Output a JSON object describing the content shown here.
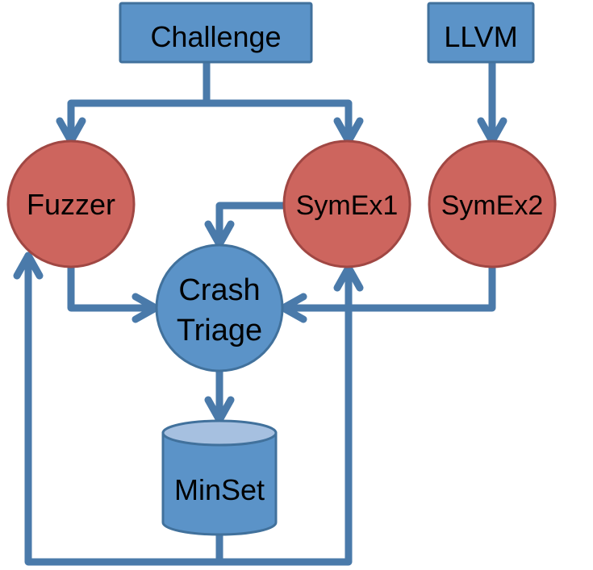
{
  "colors": {
    "box_fill": "#5B93C8",
    "box_stroke": "#41719C",
    "process_fill": "#CD655E",
    "process_stroke": "#A04743",
    "triage_fill": "#5B93C8",
    "triage_stroke": "#41719C",
    "db_top_fill": "#A6C0E0",
    "edge": "#4A7AAA",
    "text": "#000000"
  },
  "nodes": {
    "challenge": {
      "label": "Challenge",
      "shape": "rectangle"
    },
    "llvm": {
      "label": "LLVM",
      "shape": "rectangle"
    },
    "fuzzer": {
      "label": "Fuzzer",
      "shape": "circle"
    },
    "symex1": {
      "label": "SymEx1",
      "shape": "circle"
    },
    "symex2": {
      "label": "SymEx2",
      "shape": "circle"
    },
    "crash_triage": {
      "label_line1": "Crash",
      "label_line2": "Triage",
      "shape": "circle"
    },
    "minset": {
      "label": "MinSet",
      "shape": "cylinder"
    }
  },
  "edges": [
    {
      "from": "Challenge",
      "to": "Fuzzer"
    },
    {
      "from": "Challenge",
      "to": "SymEx1"
    },
    {
      "from": "LLVM",
      "to": "SymEx2"
    },
    {
      "from": "Fuzzer",
      "to": "Crash Triage"
    },
    {
      "from": "SymEx1",
      "to": "Crash Triage"
    },
    {
      "from": "SymEx2",
      "to": "Crash Triage"
    },
    {
      "from": "Crash Triage",
      "to": "MinSet"
    },
    {
      "from": "MinSet",
      "to": "Fuzzer"
    },
    {
      "from": "MinSet",
      "to": "SymEx1"
    }
  ]
}
